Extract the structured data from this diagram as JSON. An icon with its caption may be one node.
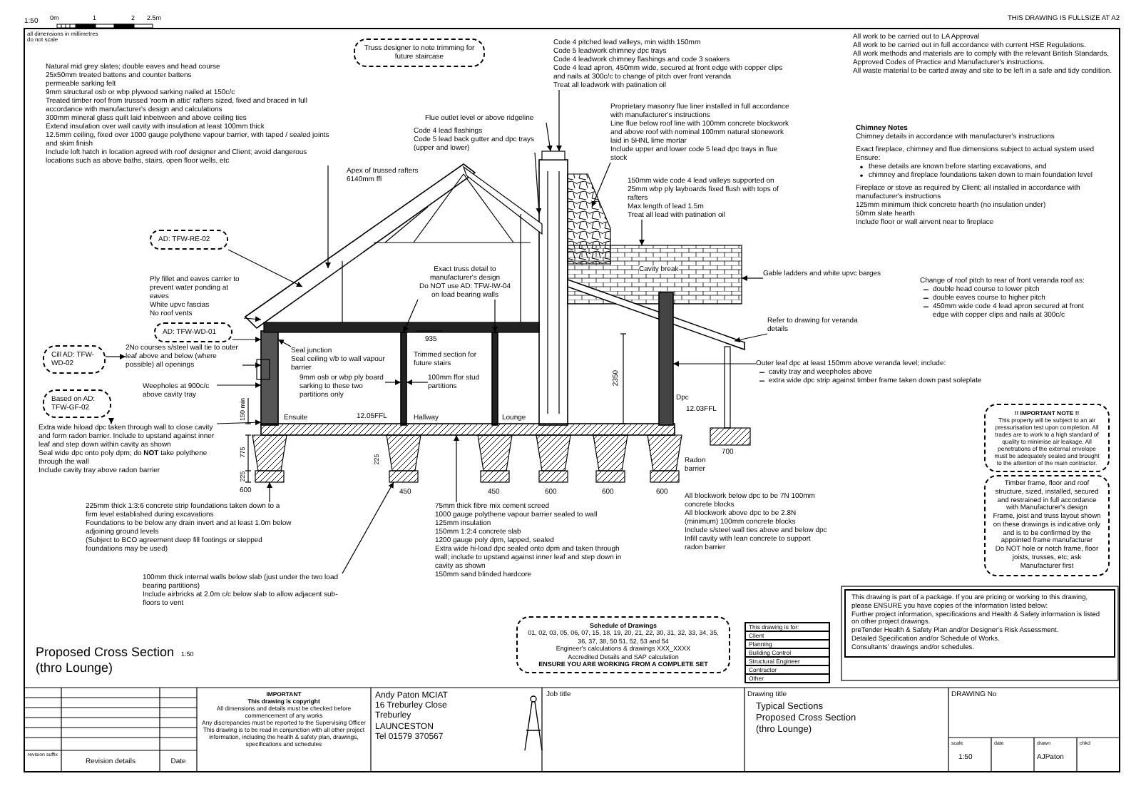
{
  "diagram": {
    "nodes": [
      {
        "text": [
          "Natural mid grey slates; double eaves and head course",
          "25x50mm treated battens and counter battens",
          "permeable sarking felt",
          "9mm structural osb or wbp plywood sarking nailed at 150c/c",
          "Treated timber roof from trussed 'room in attic' rafters sized, fixed and braced in full accordance with manufacturer's design and calculations",
          "300mm mineral glass quilt laid inbetween and above ceiling ties",
          "Extend insulation over wall cavity with insulation at least 100mm thick",
          "12.5mm ceiling, fixed over 1000 gauge polythene vapour barrier, with taped / sealed joints and skim finish",
          "Include loft hatch in location agreed with roof designer and Client; avoid dangerous locations such as above baths, stairs, open floor wells, etc"
        ]
      },
      {
        "text": [
          "Truss designer to note trimming for future staircase"
        ]
      },
      {
        "text": [
          "Code 4 pitched lead valleys, min width 150mm",
          "Code 5 leadwork chimney dpc trays",
          "Code 4 leadwork chimney flashings and code 3 soakers",
          "Code 4 lead apron, 450mm wide, secured at front edge with copper clips and nails at 300c/c to change of pitch over front veranda",
          "Treat all leadwork with patination oil"
        ]
      },
      {
        "text": [
          "Flue outlet level or above ridgeline"
        ]
      },
      {
        "text": [
          "Code 4 lead flashings",
          "Code 5 lead back gutter and dpc trays (upper and lower)"
        ]
      },
      {
        "text": [
          "Proprietary masonry flue liner installed in full accordance with manufacturer's instructions",
          "Line flue below roof line with 100mm concrete blockwork and above roof with nominal 100mm natural stonework laid in 5HNL lime mortar",
          "Include upper and lower code 5 lead dpc trays in flue stock"
        ]
      },
      {
        "text": [
          "150mm wide code 4 lead valleys supported on 25mm wbp ply layboards fixed flush with tops of rafters",
          "Max length of lead 1.5m",
          "Treat all lead with patination oil"
        ]
      },
      {
        "text": [
          "AD: TFW-RE-02"
        ]
      },
      {
        "text": [
          "Exact truss detail to manufacturer's design",
          "Do NOT use AD: TFW-IW-04 on load bearing walls"
        ]
      },
      {
        "text": [
          "Gable ladders and white upvc barges"
        ]
      },
      {
        "text": [
          "Ply fillet and eaves carrier to prevent water ponding at eaves",
          "White upvc fascias",
          "No roof vents"
        ]
      },
      {
        "text": [
          "AD: TFW-WD-01"
        ]
      },
      {
        "text": [
          "Refer to drawing for veranda details"
        ]
      },
      {
        "text": [
          "2No courses s/steel wall tie to outer leaf above and below (where possible) all openings"
        ]
      },
      {
        "text": [
          "Cill AD: TFW-WD-02"
        ]
      },
      {
        "text": [
          "Seal junction",
          "Seal ceiling v/b to wall vapour barrier"
        ]
      },
      {
        "text": [
          "9mm osb or wbp ply board sarking to these two partitions only"
        ]
      },
      {
        "text": [
          "100mm ffor stud partitions"
        ]
      },
      {
        "text": [
          "Weepholes at 900c/c above cavity tray"
        ]
      },
      {
        "text": [
          "Based on AD: TFW-GF-02"
        ]
      },
      {
        "text": [
          "Outer leaf dpc at least 150mm above veranda level; include:",
          "cavity tray and weepholes above",
          "extra wide dpc strip against timber frame taken down past soleplate"
        ]
      },
      {
        "text": [
          "Extra wide hiload dpc taken through wall to close cavity and form radon barrier. Include to upstand against inner leaf and step down within cavity as shown",
          "Seal wide dpc onto poly dpm; do **NOT** take polythene through the wall",
          "Include cavity tray above radon barrier"
        ]
      },
      {
        "text": [
          "225mm thick 1:3:6 concrete strip foundations taken down to a firm level established during excavations",
          "Foundations to be below any drain invert and at least 1.0m below adjoining ground levels",
          "(Subject to BCO agreement deep fill footings or stepped foundations may be used)"
        ]
      },
      {
        "text": [
          "75mm thick fibre mix cement screed",
          "1000 gauge polythene vapour barrier sealed to wall",
          "125mm insulation",
          "150mm 1:2:4 concrete slab",
          "1200 gauge poly dpm, lapped, sealed",
          "Extra wide hi-load dpc sealed onto dpm and taken through wall; include to upstand against inner leaf and step down in cavity as shown",
          "150mm sand blinded hardcore"
        ]
      },
      {
        "text": [
          "100mm thick internal walls below slab (just under the two load bearing partitions)",
          "Include airbricks at 2.0m c/c below slab to allow adjacent sub-floors to vent"
        ]
      },
      {
        "text": [
          "!! IMPORTANT NOTE !!",
          "This property will be subject to an air pressurisation test upon completion. All trades are to work to a high standard of quality to minimise air leakage. All penetrations of the external envelope must be adequately sealed and brought to the attention of the main contractor."
        ]
      },
      {
        "text": [
          "Timber frame, floor and roof structure, sized, installed, secured and restrained in full accordance with Manufacturer's design",
          "Frame, joist and truss layout shown on these drawings is indicative only and is to be confirmed by the appointed frame manufacturer",
          "Do NOT hole or notch frame, floor joists, trusses, etc; ask Manufacturer first"
        ]
      },
      {
        "text": [
          "Schedule of Drawings",
          "01, 02, 03, 05, 06, 07, 15, 18, 19, 20, 21, 22, 30, 31, 32, 33, 34, 35, 36, 37, 38, 50 51, 52, 53 and 54",
          "Engineer's calculations & drawings XXX_XXXX",
          "Accredited Details and SAP calculation",
          "ENSURE YOU ARE WORKING FROM A COMPLETE SET"
        ]
      },
      {
        "text": [
          "This drawing is part of a package. If you are pricing or working to this drawing, please ENSURE you have copies of the information listed below:",
          "Further project information, specifications and Health & Safety information is listed on other project drawings.",
          "preTender Health & Safety Plan and/or Designer's Risk Assessment.",
          "Detailed Specification and/or Schedule of Works.",
          "Consultants' drawings and/or schedules."
        ]
      },
      {
        "text": [],
        "shape": "bar"
      },
      {
        "text": [],
        "shape": "bar"
      },
      {
        "text": [],
        "shape": "box"
      },
      {
        "text": [],
        "shape": "box"
      },
      {
        "text": [],
        "shape": "bar"
      },
      {
        "text": [],
        "shape": "bar"
      },
      {
        "text": [],
        "shape": "bar"
      },
      {
        "text": [],
        "shape": "bar"
      },
      {
        "text": [],
        "shape": "bar"
      },
      {
        "text": [],
        "shape": "box"
      },
      {
        "text": [],
        "shape": "box"
      },
      {
        "text": [],
        "shape": "bar"
      }
    ],
    "edges": [
      {
        "from": 0,
        "to": 29,
        "arrow": "to"
      },
      {
        "from": 2,
        "to": 30,
        "arrow": "to"
      },
      {
        "from": 3,
        "to": 30,
        "arrow": "to"
      },
      {
        "from": 4,
        "to": 30,
        "arrow": "to"
      },
      {
        "from": 5,
        "to": 31,
        "arrow": "to"
      },
      {
        "from": 6,
        "to": 32,
        "arrow": "to"
      },
      {
        "from": 7,
        "to": 29,
        "arrow": "to"
      },
      {
        "from": 8,
        "to": 33,
        "arrow": "to"
      },
      {
        "from": 8,
        "to": 34,
        "arrow": "to"
      },
      {
        "from": 9,
        "to": 32,
        "arrow": "to"
      },
      {
        "from": 10,
        "to": 29,
        "arrow": "to"
      },
      {
        "from": 11,
        "to": 36,
        "arrow": "to"
      },
      {
        "from": 12,
        "to": 35,
        "arrow": "to"
      },
      {
        "from": 13,
        "to": 36,
        "arrow": "to"
      },
      {
        "from": 14,
        "to": 13,
        "arrow": "to"
      },
      {
        "from": 15,
        "to": 36,
        "arrow": "to"
      },
      {
        "from": 16,
        "to": 33,
        "arrow": "to"
      },
      {
        "from": 17,
        "to": 33,
        "arrow": "to"
      },
      {
        "from": 18,
        "to": 36,
        "arrow": "to"
      },
      {
        "from": 19,
        "to": 21,
        "arrow": "to"
      },
      {
        "from": 20,
        "to": 40,
        "arrow": "to"
      },
      {
        "from": 21,
        "to": 36,
        "arrow": "to"
      },
      {
        "from": 22,
        "to": 38,
        "arrow": "to"
      },
      {
        "from": 23,
        "to": 37,
        "arrow": "to"
      },
      {
        "from": 24,
        "to": 39,
        "arrow": "to"
      }
    ],
    "labels": [
      "1:50",
      "0m",
      "1",
      "2",
      "2.5m",
      "all dimensions in millimetres",
      "do not scale",
      "THIS DRAWING IS FULLSIZE AT A2",
      "All work to be carried out to LA Approval",
      "All work to be carried out in full accordance with current HSE Regulations.",
      "All work methods and materials are to comply with the relevant British Standards, Approved Codes of Practice and Manufacturer's instructions.",
      "All waste material to be carted away and site to be left in a safe and tidy condition.",
      "Apex of trussed rafters 6140mm ffl",
      "Chimney Notes",
      "Chimney details in accordance with manufacturer's instructions",
      "Exact fireplace, chimney and flue dimensions subject to actual system used",
      "Ensure:",
      "these details are known before starting excavations, and",
      "chimney and fireplace foundations taken down to main foundation level",
      "Fireplace or stove as required by Client; all installed in accordance with manufacturer's instructions",
      "125mm minimum thick concrete hearth (no insulation under)",
      "50mm slate hearth",
      "Include floor or wall airvent near to fireplace",
      "Cavity break",
      "Change of roof pitch to rear of front veranda roof as:",
      "double head course to lower pitch",
      "double eaves course to higher pitch",
      "450mm wide code 4 lead apron secured at front edge with copper clips and nails at 300c/c",
      "935",
      "Trimmed section for future stairs",
      "2350",
      "Ensuite",
      "12.05FFL",
      "Hallway",
      "Lounge",
      "Dpc",
      "12.03FFL",
      "Radon barrier",
      "150 min",
      "775",
      "225",
      "600",
      "225",
      "450",
      "450",
      "600",
      "600",
      "600",
      "700",
      "All blockwork below dpc to be 7N 100mm concrete blocks",
      "All blockwork above dpc to be 2.8N (minimum) 100mm concrete blocks",
      "Include s/steel wall ties above and below dpc",
      "Infill cavity with lean concrete to support radon barrier",
      "Proposed Cross Section",
      "1:50",
      "(thro Lounge)",
      "This drawing is for:",
      "Client",
      "Planning",
      "Building Control",
      "Structural Engineer",
      "Contractor",
      "Other",
      "revision suffix",
      "Revision details",
      "Date",
      "IMPORTANT",
      "This drawing is copyright",
      "All dimensions and details must be checked before commencement of any works",
      "Any discrepancies must be reported to the Supervising Officer",
      "This drawing is to be read in conjunction with all other project information, including the health & safety plan, drawings, specifications and schedules",
      "Andy Paton MCIAT",
      "16 Treburley Close",
      "Treburley",
      "LAUNCESTON",
      "Tel 01579 370567",
      "Job title",
      "Drawing title",
      "Typical Sections",
      "Proposed Cross Section",
      "(thro Lounge)",
      "DRAWING No",
      "scale",
      "1:50",
      "date",
      "drawn",
      "AJPaton",
      "chkd"
    ]
  }
}
